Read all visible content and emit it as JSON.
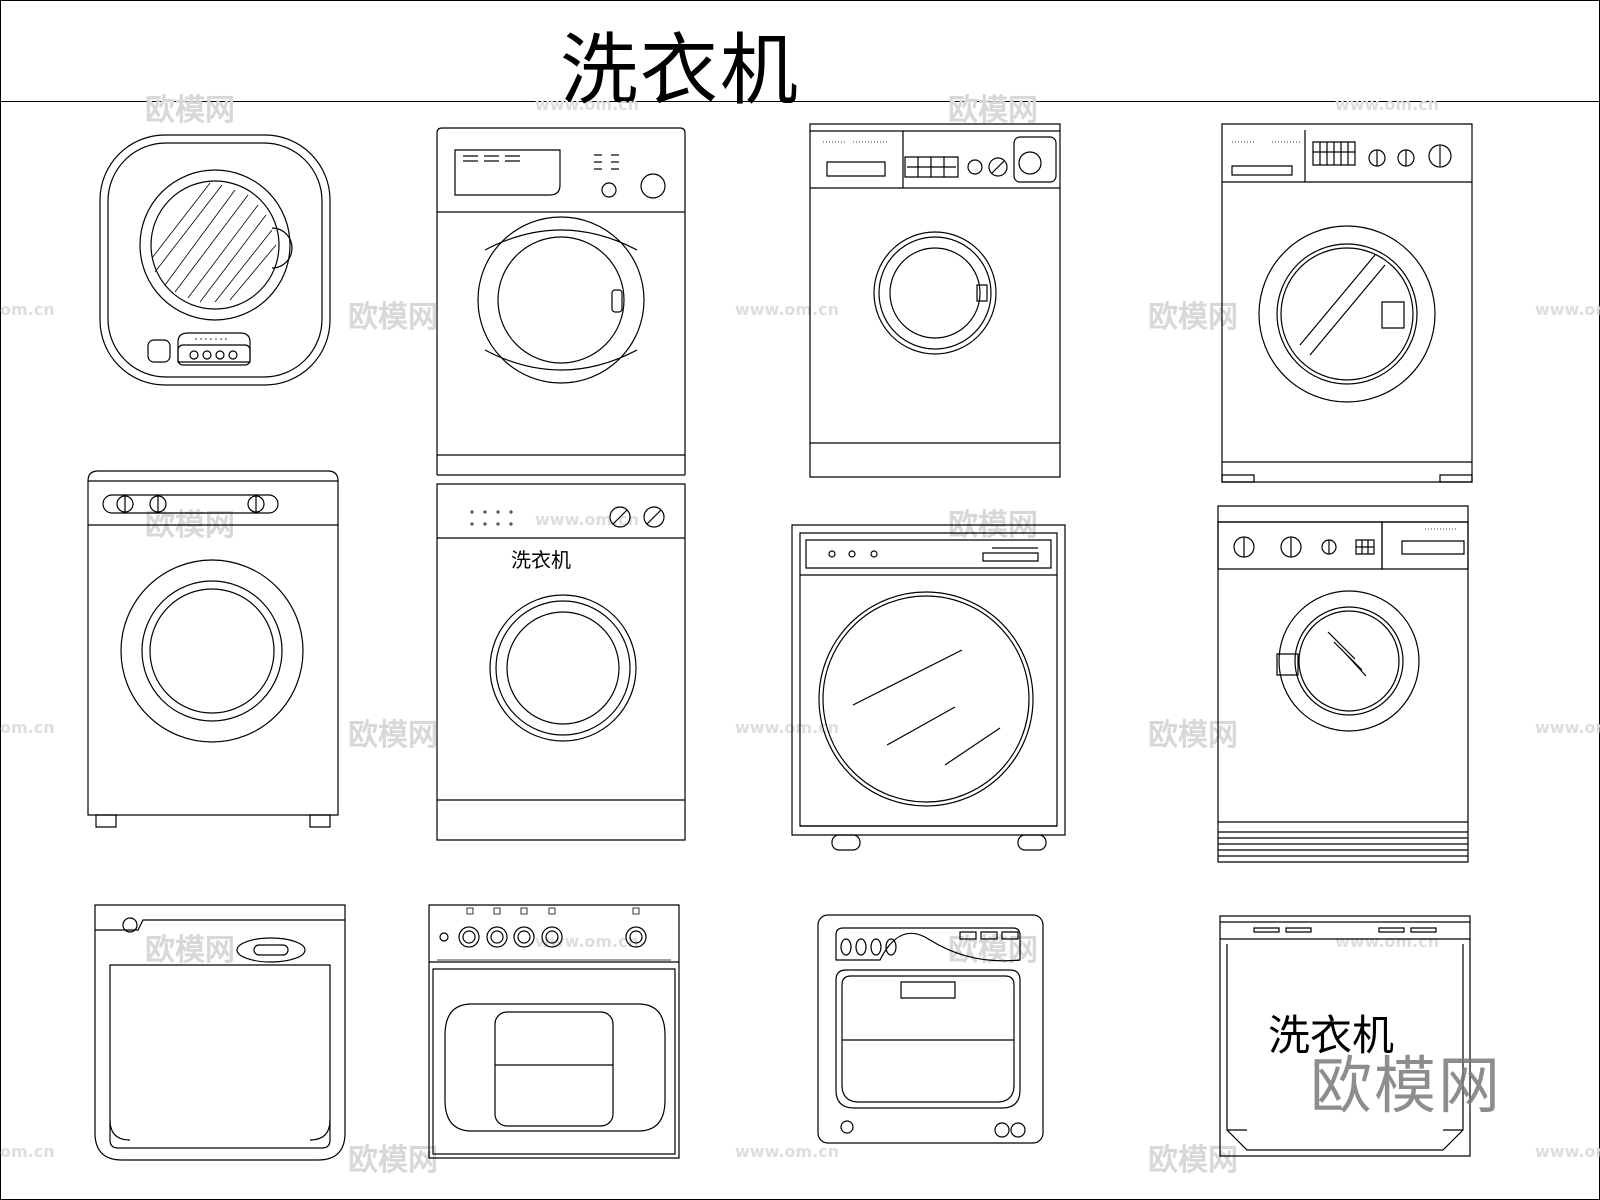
{
  "title": "洗衣机",
  "machine_label": "洗衣机",
  "watermarks": {
    "brand": "欧模网",
    "url": "www.om.cn",
    "url_fragment": "om.cn"
  },
  "colors": {
    "line": "#000000",
    "watermark": "#d8d8d8",
    "background": "#ffffff"
  }
}
